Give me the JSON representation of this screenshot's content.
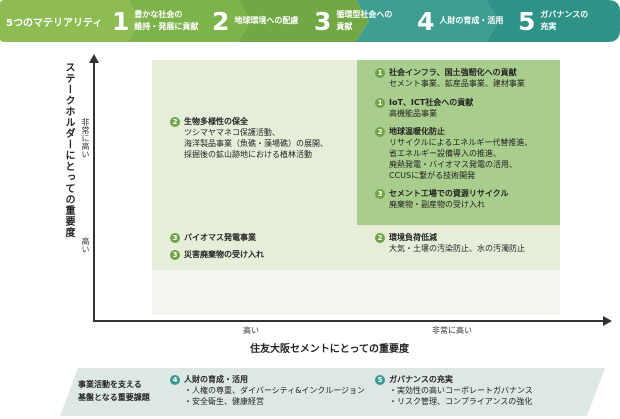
{
  "header": {
    "title": "5つのマテリアリティ",
    "tabs": [
      {
        "num": "1",
        "label": "豊かな社会の\n維持・発展に貢献"
      },
      {
        "num": "2",
        "label": "地球環境への配慮"
      },
      {
        "num": "3",
        "label": "循環型社会への\n貢献"
      },
      {
        "num": "4",
        "label": "人財の育成・活用"
      },
      {
        "num": "5",
        "label": "ガバナンスの\n充実"
      }
    ],
    "colors": {
      "tab1": "#8cbc52",
      "tab2": "#7eb24b",
      "tab3": "#72a844",
      "tab4": "#3e9e90",
      "tab5": "#2f9286"
    }
  },
  "axes": {
    "y_label": "ステークホルダーにとっての重要度",
    "y_ticks": [
      "非常に高い",
      "高い"
    ],
    "x_label": "住友大阪セメントにとっての重要度",
    "x_ticks": [
      "高い",
      "非常に高い"
    ]
  },
  "items": {
    "a1": {
      "num": "1",
      "title": "社会インフラ、国土強靭化への貢献",
      "desc": "セメント事業、鉱産品事業、建材事業"
    },
    "a2": {
      "num": "1",
      "title": "IoT、ICT社会への貢献",
      "desc": "高機能品事業"
    },
    "a3": {
      "num": "2",
      "title": "地球温暖化防止",
      "desc": "リサイクルによるエネルギー代替推進、\n省エネルギー設備導入の推進、\n廃熱発電・バイオマス発電の活用、\nCCUSに繋がる技術開発"
    },
    "a4": {
      "num": "3",
      "title": "セメント工場での資源リサイクル",
      "desc": "廃棄物・副産物の受け入れ"
    },
    "b1": {
      "num": "2",
      "title": "生物多様性の保全",
      "desc": "ツシマヤマネコ保護活動、\n海洋製品事業（魚礁・藻場礁）の展開、\n採掘後の鉱山跡地における植林活動"
    },
    "c1": {
      "num": "3",
      "title": "バイオマス発電事業"
    },
    "c2": {
      "num": "3",
      "title": "災害廃棄物の受け入れ"
    },
    "d1": {
      "num": "2",
      "title": "環境負荷低減",
      "desc": "大気・土壌の汚染防止、水の汚濁防止"
    }
  },
  "bottom": {
    "title": "事業活動を支える\n基盤となる重要課題",
    "col4": {
      "num": "4",
      "title": "人財の育成・活用",
      "bullets": "・人権の尊重、ダイバーシティ&インクルージョン\n・安全衛生、健康経営"
    },
    "col5": {
      "num": "5",
      "title": "ガバナンスの充実",
      "bullets": "・実効性の高いコーポレートガバナンス\n・リスク管理、コンプライアンスの強化"
    }
  }
}
